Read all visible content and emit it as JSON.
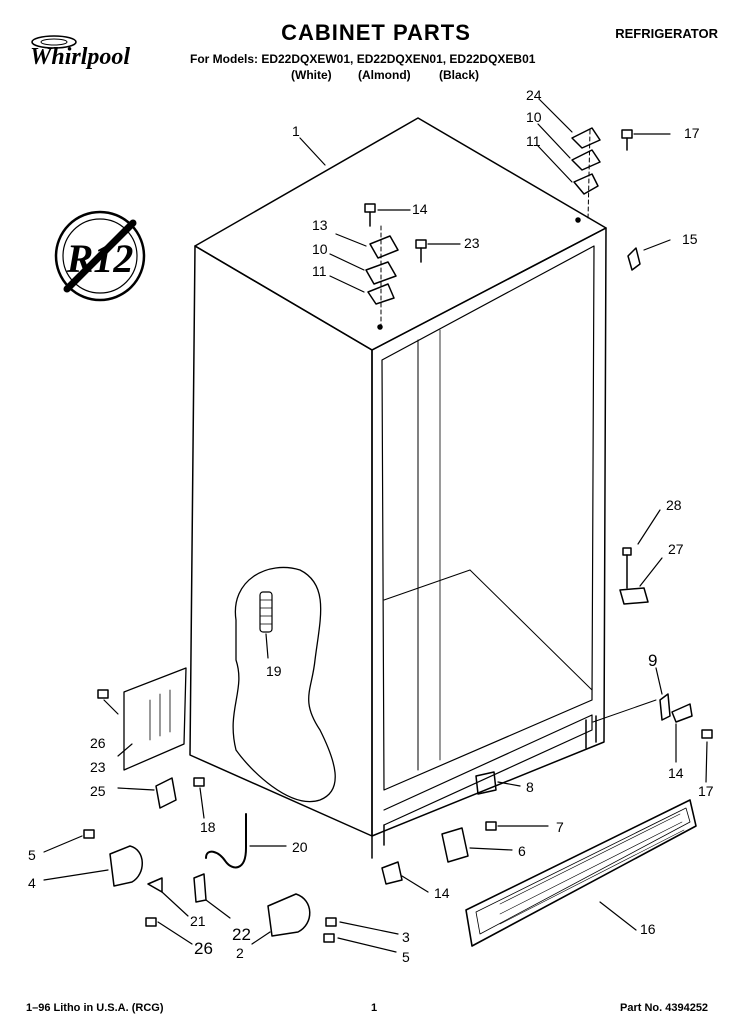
{
  "header": {
    "title": "CABINET PARTS",
    "category": "REFRIGERATOR",
    "models_line": "For Models: ED22DQXEW01, ED22DQXEN01, ED22DQXEB01",
    "colors": [
      "(White)",
      "(Almond)",
      "(Black)"
    ]
  },
  "brand": {
    "logo_text": "Whirlpool"
  },
  "badge": {
    "text": "R12"
  },
  "callouts": {
    "c1": "1",
    "c24": "24",
    "c10a": "10",
    "c11a": "11",
    "c17a": "17",
    "c14a": "14",
    "c13": "13",
    "c10b": "10",
    "c11b": "11",
    "c23a": "23",
    "c15": "15",
    "c28": "28",
    "c27": "27",
    "c9": "9",
    "c14b": "14",
    "c17b": "17",
    "c19": "19",
    "c26a": "26",
    "c23b": "23",
    "c25": "25",
    "c18": "18",
    "c8": "8",
    "c7": "7",
    "c6": "6",
    "c20": "20",
    "c5a": "5",
    "c4": "4",
    "c14c": "14",
    "c21": "21",
    "c22": "22",
    "c26b": "26",
    "c2": "2",
    "c3": "3",
    "c5b": "5",
    "c16": "16"
  },
  "footer": {
    "litho": "1–96 Litho in U.S.A. (RCG)",
    "page": "1",
    "part_no": "Part No. 4394252"
  }
}
